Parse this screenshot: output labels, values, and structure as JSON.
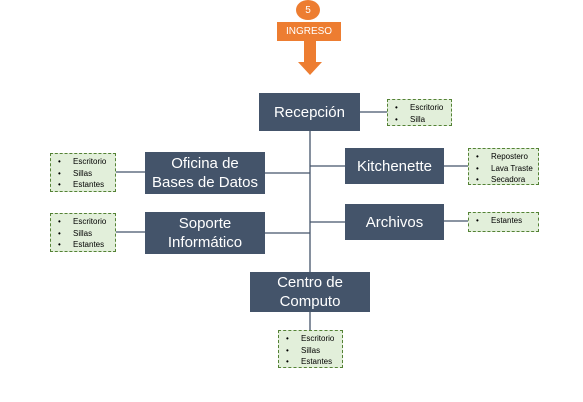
{
  "step": {
    "number": "5",
    "label": "INGRESO"
  },
  "colors": {
    "box_fill": "#44546a",
    "accent": "#ed7d31",
    "note_fill": "#e2efda",
    "note_border": "#548235",
    "connector": "#44546a"
  },
  "rooms": {
    "recepcion": {
      "line1": "Recepción"
    },
    "oficina": {
      "line1": "Oficina de",
      "line2": "Bases de Datos"
    },
    "kitchenette": {
      "line1": "Kitchenette"
    },
    "soporte": {
      "line1": "Soporte",
      "line2": "Informático"
    },
    "archivos": {
      "line1": "Archivos"
    },
    "centro": {
      "line1": "Centro de",
      "line2": "Computo"
    }
  },
  "furniture": {
    "recepcion": [
      "Escritorio",
      "Silla"
    ],
    "oficina": [
      "Escritorio",
      "Sillas",
      "Estantes"
    ],
    "kitchenette": [
      "Repostero",
      "Lava Traste",
      "Secadora"
    ],
    "soporte": [
      "Escritorio",
      "Sillas",
      "Estantes"
    ],
    "archivos": [
      "Estantes"
    ],
    "centro": [
      "Escritorio",
      "Sillas",
      "Estantes"
    ]
  }
}
